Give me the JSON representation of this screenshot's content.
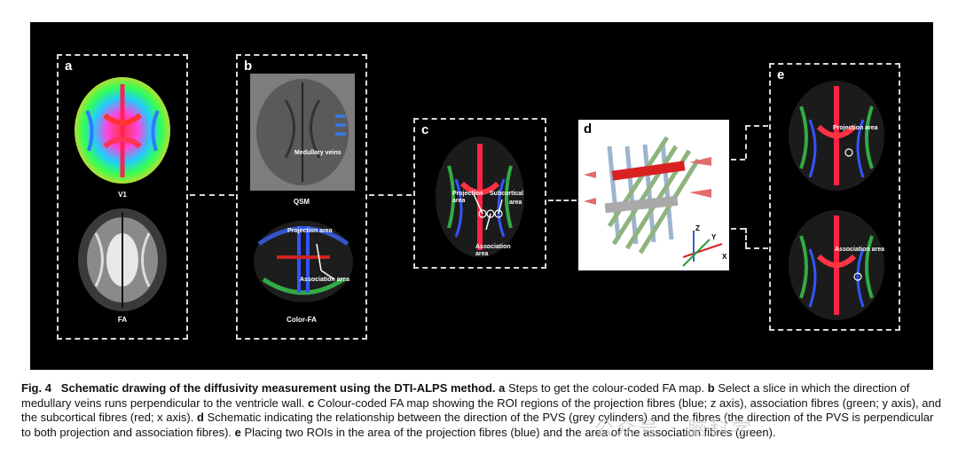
{
  "panels": {
    "a": {
      "label": "a",
      "image1_caption": "V1",
      "image2_caption": "FA"
    },
    "b": {
      "label": "b",
      "image1_caption": "QSM",
      "image1_annotation": "Medullary veins",
      "image2_caption": "Color-FA",
      "annotation_projection": "Projection area",
      "annotation_association": "Association area"
    },
    "c": {
      "label": "c",
      "annotation_projection_1": "Projection",
      "annotation_projection_2": "area",
      "annotation_subcortical_1": "Subcortical",
      "annotation_subcortical_2": "area",
      "annotation_association_1": "Association",
      "annotation_association_2": "area"
    },
    "d": {
      "label": "d",
      "axis_z": "Z",
      "axis_y": "Y",
      "axis_x": "X"
    },
    "e": {
      "label": "e",
      "annotation_projection": "Projection area",
      "annotation_association": "Association area"
    }
  },
  "caption": {
    "figure_number": "Fig. 4",
    "title": "Schematic drawing of the diffusivity measurement using the DTI-ALPS method.",
    "a_label": "a",
    "a_text": "Steps to get the colour-coded FA map.",
    "b_label": "b",
    "b_text": "Select a slice in which the direction of medullary veins runs perpendicular to the ventricle wall.",
    "c_label": "c",
    "c_text": "Colour-coded FA map showing the ROI regions of the projection fibres (blue; z axis), association fibres (green; y axis), and the subcortical fibres (red; x axis).",
    "d_label": "d",
    "d_text": "Schematic indicating the relationship between the direction of the PVS (grey cylinders) and the fibres (the direction of the PVS is perpendicular to both projection and association fibres).",
    "e_label": "e",
    "e_text": "Placing two ROIs in the area of the projection fibres (blue) and the area of the association fibres (green)."
  },
  "watermark": "公众号 · 脑科学"
}
